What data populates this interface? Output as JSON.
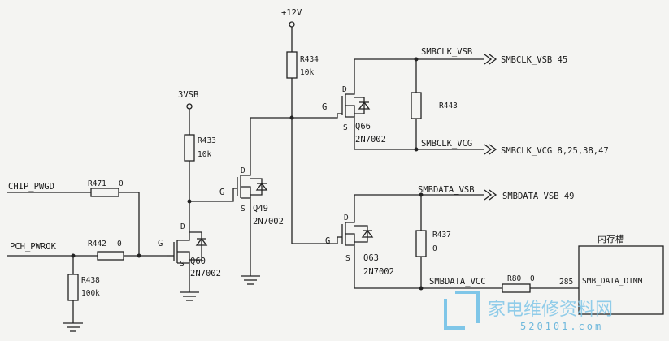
{
  "supply": {
    "v12": "+12V",
    "v3vsb": "3VSB"
  },
  "nets": {
    "chip_pwgd": "CHIP_PWGD",
    "pch_pwrok": "PCH_PWROK",
    "smbclk_vsb": "SMBCLK_VSB",
    "smbclk_vsb_ref": "SMBCLK_VSB 45",
    "smbclk_vcc": "SMBCLK_VCG",
    "smbclk_vcc_ref": "SMBCLK_VCG 8,25,38,47",
    "smbdata_vsb": "SMBDATA_VSB",
    "smbdata_vsb_ref": "SMBDATA_VSB 49",
    "smbdata_vcc": "SMBDATA_VCC"
  },
  "resistors": {
    "r471": {
      "ref": "R471",
      "val": "0"
    },
    "r442": {
      "ref": "R442",
      "val": "0"
    },
    "r438": {
      "ref": "R438",
      "val": "100k"
    },
    "r433": {
      "ref": "R433",
      "val": "10k"
    },
    "r434": {
      "ref": "R434",
      "val": "10k"
    },
    "r443": {
      "ref": "R443"
    },
    "r437": {
      "ref": "R437",
      "val": "0"
    },
    "r80": {
      "ref": "R80",
      "val": "0"
    }
  },
  "transistors": {
    "q60": {
      "ref": "Q60",
      "part": "2N7002"
    },
    "q49": {
      "ref": "Q49",
      "part": "2N7002"
    },
    "q66": {
      "ref": "Q66",
      "part": "2N7002"
    },
    "q63": {
      "ref": "Q63",
      "part": "2N7002"
    }
  },
  "pins": {
    "gate": "G",
    "drain": "D",
    "source": "S"
  },
  "dimm": {
    "title": "内存槽",
    "pin": "285",
    "label": "SMB_DATA_DIMM"
  },
  "watermark": {
    "brand": "家电维修资料网",
    "url": "520101.com"
  }
}
